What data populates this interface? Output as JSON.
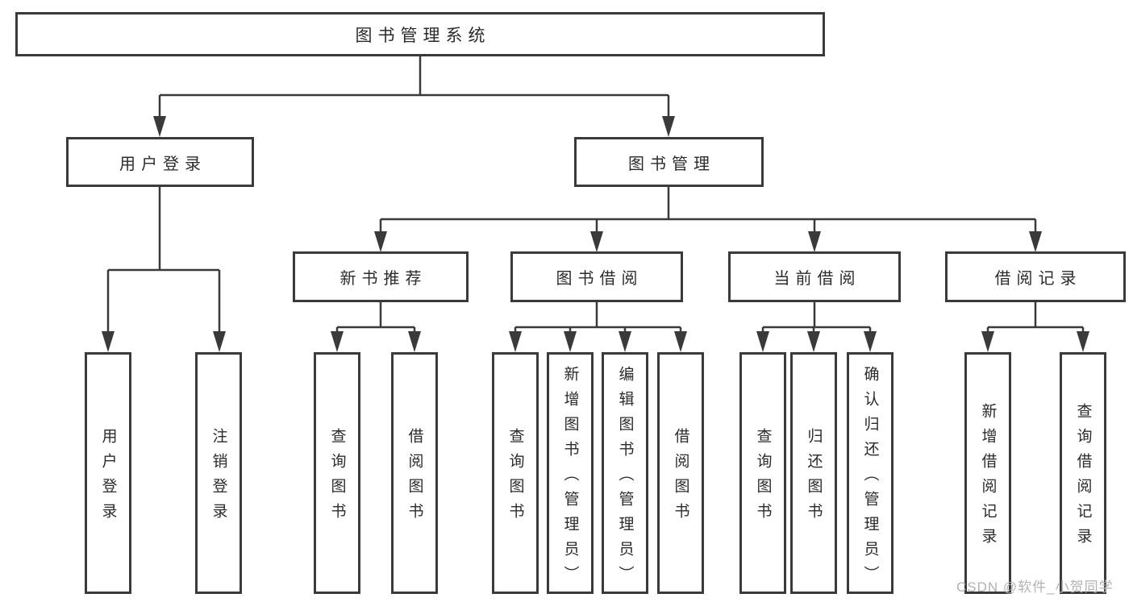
{
  "diagram": {
    "tree": {
      "label": "图书管理系统",
      "children": [
        {
          "label": "用户登录",
          "children": [
            {
              "label": "用户登录"
            },
            {
              "label": "注销登录"
            }
          ]
        },
        {
          "label": "图书管理",
          "children": [
            {
              "label": "新书推荐",
              "children": [
                {
                  "label": "查询图书"
                },
                {
                  "label": "借阅图书"
                }
              ]
            },
            {
              "label": "图书借阅",
              "children": [
                {
                  "label": "查询图书"
                },
                {
                  "label": "新增图书（管理员）"
                },
                {
                  "label": "编辑图书（管理员）"
                },
                {
                  "label": "借阅图书"
                }
              ]
            },
            {
              "label": "当前借阅",
              "children": [
                {
                  "label": "查询图书"
                },
                {
                  "label": "归还图书"
                },
                {
                  "label": "确认归还（管理员）"
                }
              ]
            },
            {
              "label": "借阅记录",
              "children": [
                {
                  "label": "新增借阅记录"
                },
                {
                  "label": "查询借阅记录"
                }
              ]
            }
          ]
        }
      ]
    },
    "colors": {
      "line": "#3a3a3a",
      "box_border": "#3a3a3a",
      "text": "#2b2b2b",
      "background": "#ffffff",
      "watermark": "#b2b2b2"
    }
  },
  "watermark": {
    "text": "CSDN @软件_小贺同学"
  }
}
